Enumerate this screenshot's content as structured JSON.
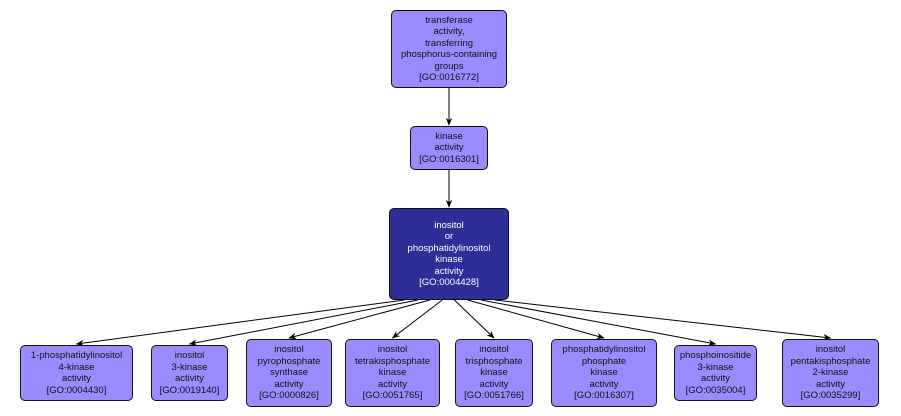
{
  "diagram_title": "GO term hierarchy",
  "colors": {
    "node_fill": "#9a8cff",
    "focus_fill": "#2e2e99",
    "edge": "#000000",
    "border": "#111111"
  },
  "nodes": [
    {
      "id": "GO:0016772",
      "lines": [
        "transferase",
        "activity,",
        "transferring",
        "phosphorus-containing",
        "groups",
        "[GO:0016772]"
      ],
      "focus": false
    },
    {
      "id": "GO:0016301",
      "lines": [
        "kinase",
        "activity",
        "[GO:0016301]"
      ],
      "focus": false
    },
    {
      "id": "GO:0004428",
      "lines": [
        "inositol",
        "or",
        "phosphatidylinositol",
        "kinase",
        "activity",
        "[GO:0004428]"
      ],
      "focus": true
    },
    {
      "id": "GO:0004430",
      "lines": [
        "1-phosphatidylinositol",
        "4-kinase",
        "activity",
        "[GO:0004430]"
      ],
      "focus": false
    },
    {
      "id": "GO:0019140",
      "lines": [
        "inositol",
        "3-kinase",
        "activity",
        "[GO:0019140]"
      ],
      "focus": false
    },
    {
      "id": "GO:0000826",
      "lines": [
        "inositol",
        "pyrophosphate",
        "synthase",
        "activity",
        "[GO:0000826]"
      ],
      "focus": false
    },
    {
      "id": "GO:0051765",
      "lines": [
        "inositol",
        "tetrakisphosphate",
        "kinase",
        "activity",
        "[GO:0051765]"
      ],
      "focus": false
    },
    {
      "id": "GO:0051766",
      "lines": [
        "inositol",
        "trisphosphate",
        "kinase",
        "activity",
        "[GO:0051766]"
      ],
      "focus": false
    },
    {
      "id": "GO:0016307",
      "lines": [
        "phosphatidylinositol",
        "phosphate",
        "kinase",
        "activity",
        "[GO:0016307]"
      ],
      "focus": false
    },
    {
      "id": "GO:0035004",
      "lines": [
        "phosphoinositide",
        "3-kinase",
        "activity",
        "[GO:0035004]"
      ],
      "focus": false
    },
    {
      "id": "GO:0035299",
      "lines": [
        "inositol",
        "pentakisphosphate",
        "2-kinase",
        "activity",
        "[GO:0035299]"
      ],
      "focus": false
    }
  ],
  "edges": [
    {
      "from": "GO:0016772",
      "to": "GO:0016301"
    },
    {
      "from": "GO:0016301",
      "to": "GO:0004428"
    },
    {
      "from": "GO:0004428",
      "to": "GO:0004430"
    },
    {
      "from": "GO:0004428",
      "to": "GO:0019140"
    },
    {
      "from": "GO:0004428",
      "to": "GO:0000826"
    },
    {
      "from": "GO:0004428",
      "to": "GO:0051765"
    },
    {
      "from": "GO:0004428",
      "to": "GO:0051766"
    },
    {
      "from": "GO:0004428",
      "to": "GO:0016307"
    },
    {
      "from": "GO:0004428",
      "to": "GO:0035004"
    },
    {
      "from": "GO:0004428",
      "to": "GO:0035299"
    }
  ]
}
